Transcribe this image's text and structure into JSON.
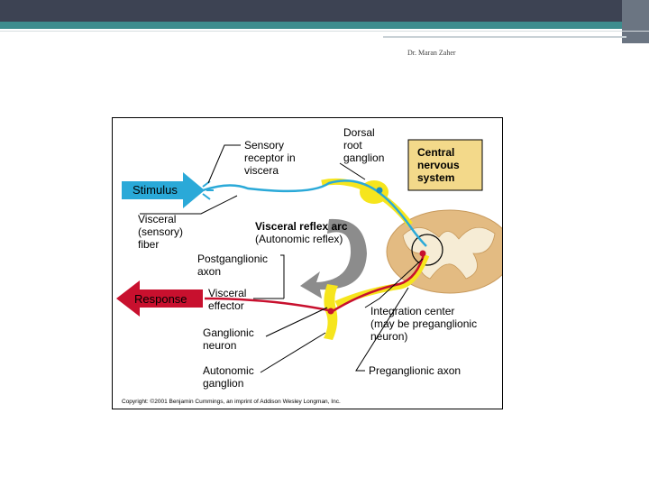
{
  "slide": {
    "author": "Dr. Maran Zaher",
    "colors": {
      "topbar": "#3d4353",
      "accent": "#3e8d8e",
      "sensory": "#2aa9d8",
      "motor": "#c8102e",
      "ganglion": "#f6e51d",
      "cord": "#e0b67a"
    }
  },
  "figure": {
    "labels": {
      "stimulus": "Stimulus",
      "response": "Response",
      "sensory_receptor": [
        "Sensory",
        "receptor in",
        "viscera"
      ],
      "dorsal_root": [
        "Dorsal",
        "root",
        "ganglion"
      ],
      "cns": [
        "Central",
        "nervous",
        "system"
      ],
      "visceral_fiber": [
        "Visceral",
        "(sensory)",
        "fiber"
      ],
      "arc_title": "Visceral reflex arc",
      "arc_subtitle": "(Autonomic reflex)",
      "postganglionic": [
        "Postganglionic",
        "axon"
      ],
      "visceral_effector": [
        "Visceral",
        "effector"
      ],
      "integration_center": [
        "Integration center",
        "(may be preganglionic",
        "neuron)"
      ],
      "ganglionic_neuron": [
        "Ganglionic",
        "neuron"
      ],
      "autonomic_ganglion": [
        "Autonomic",
        "ganglion"
      ],
      "preganglionic_axon": "Preganglionic axon",
      "copyright": "Copyright: ©2001 Benjamin Cummings, an imprint of Addison Wesley Longman, Inc."
    }
  }
}
